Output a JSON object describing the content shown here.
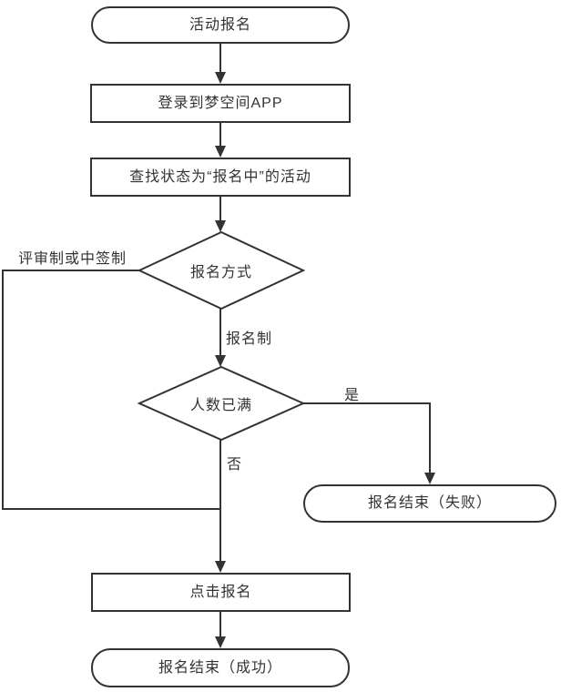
{
  "diagram": {
    "type": "flowchart",
    "language": "zh-CN",
    "colors": {
      "stroke": "#333333",
      "text": "#333333",
      "node_fill": "#ffffff",
      "background": "#ffffff"
    },
    "nodes": [
      {
        "id": "start",
        "shape": "terminator",
        "label": "活动报名"
      },
      {
        "id": "login",
        "shape": "process",
        "label": "登录到梦空间APP"
      },
      {
        "id": "find",
        "shape": "process",
        "label": "查找状态为“报名中”的活动"
      },
      {
        "id": "method",
        "shape": "decision",
        "label": "报名方式"
      },
      {
        "id": "full",
        "shape": "decision",
        "label": "人数已满"
      },
      {
        "id": "fail",
        "shape": "terminator",
        "label": "报名结束（失败）"
      },
      {
        "id": "click",
        "shape": "process",
        "label": "点击报名"
      },
      {
        "id": "success",
        "shape": "terminator",
        "label": "报名结束（成功）"
      }
    ],
    "edges": [
      {
        "from": "start",
        "to": "login",
        "label": ""
      },
      {
        "from": "login",
        "to": "find",
        "label": ""
      },
      {
        "from": "find",
        "to": "method",
        "label": ""
      },
      {
        "from": "method",
        "to": "full",
        "label": "报名制"
      },
      {
        "from": "method",
        "to": "click",
        "label": "评审制或中签制"
      },
      {
        "from": "full",
        "to": "fail",
        "label": "是"
      },
      {
        "from": "full",
        "to": "click",
        "label": "否"
      },
      {
        "from": "click",
        "to": "success",
        "label": ""
      }
    ]
  }
}
